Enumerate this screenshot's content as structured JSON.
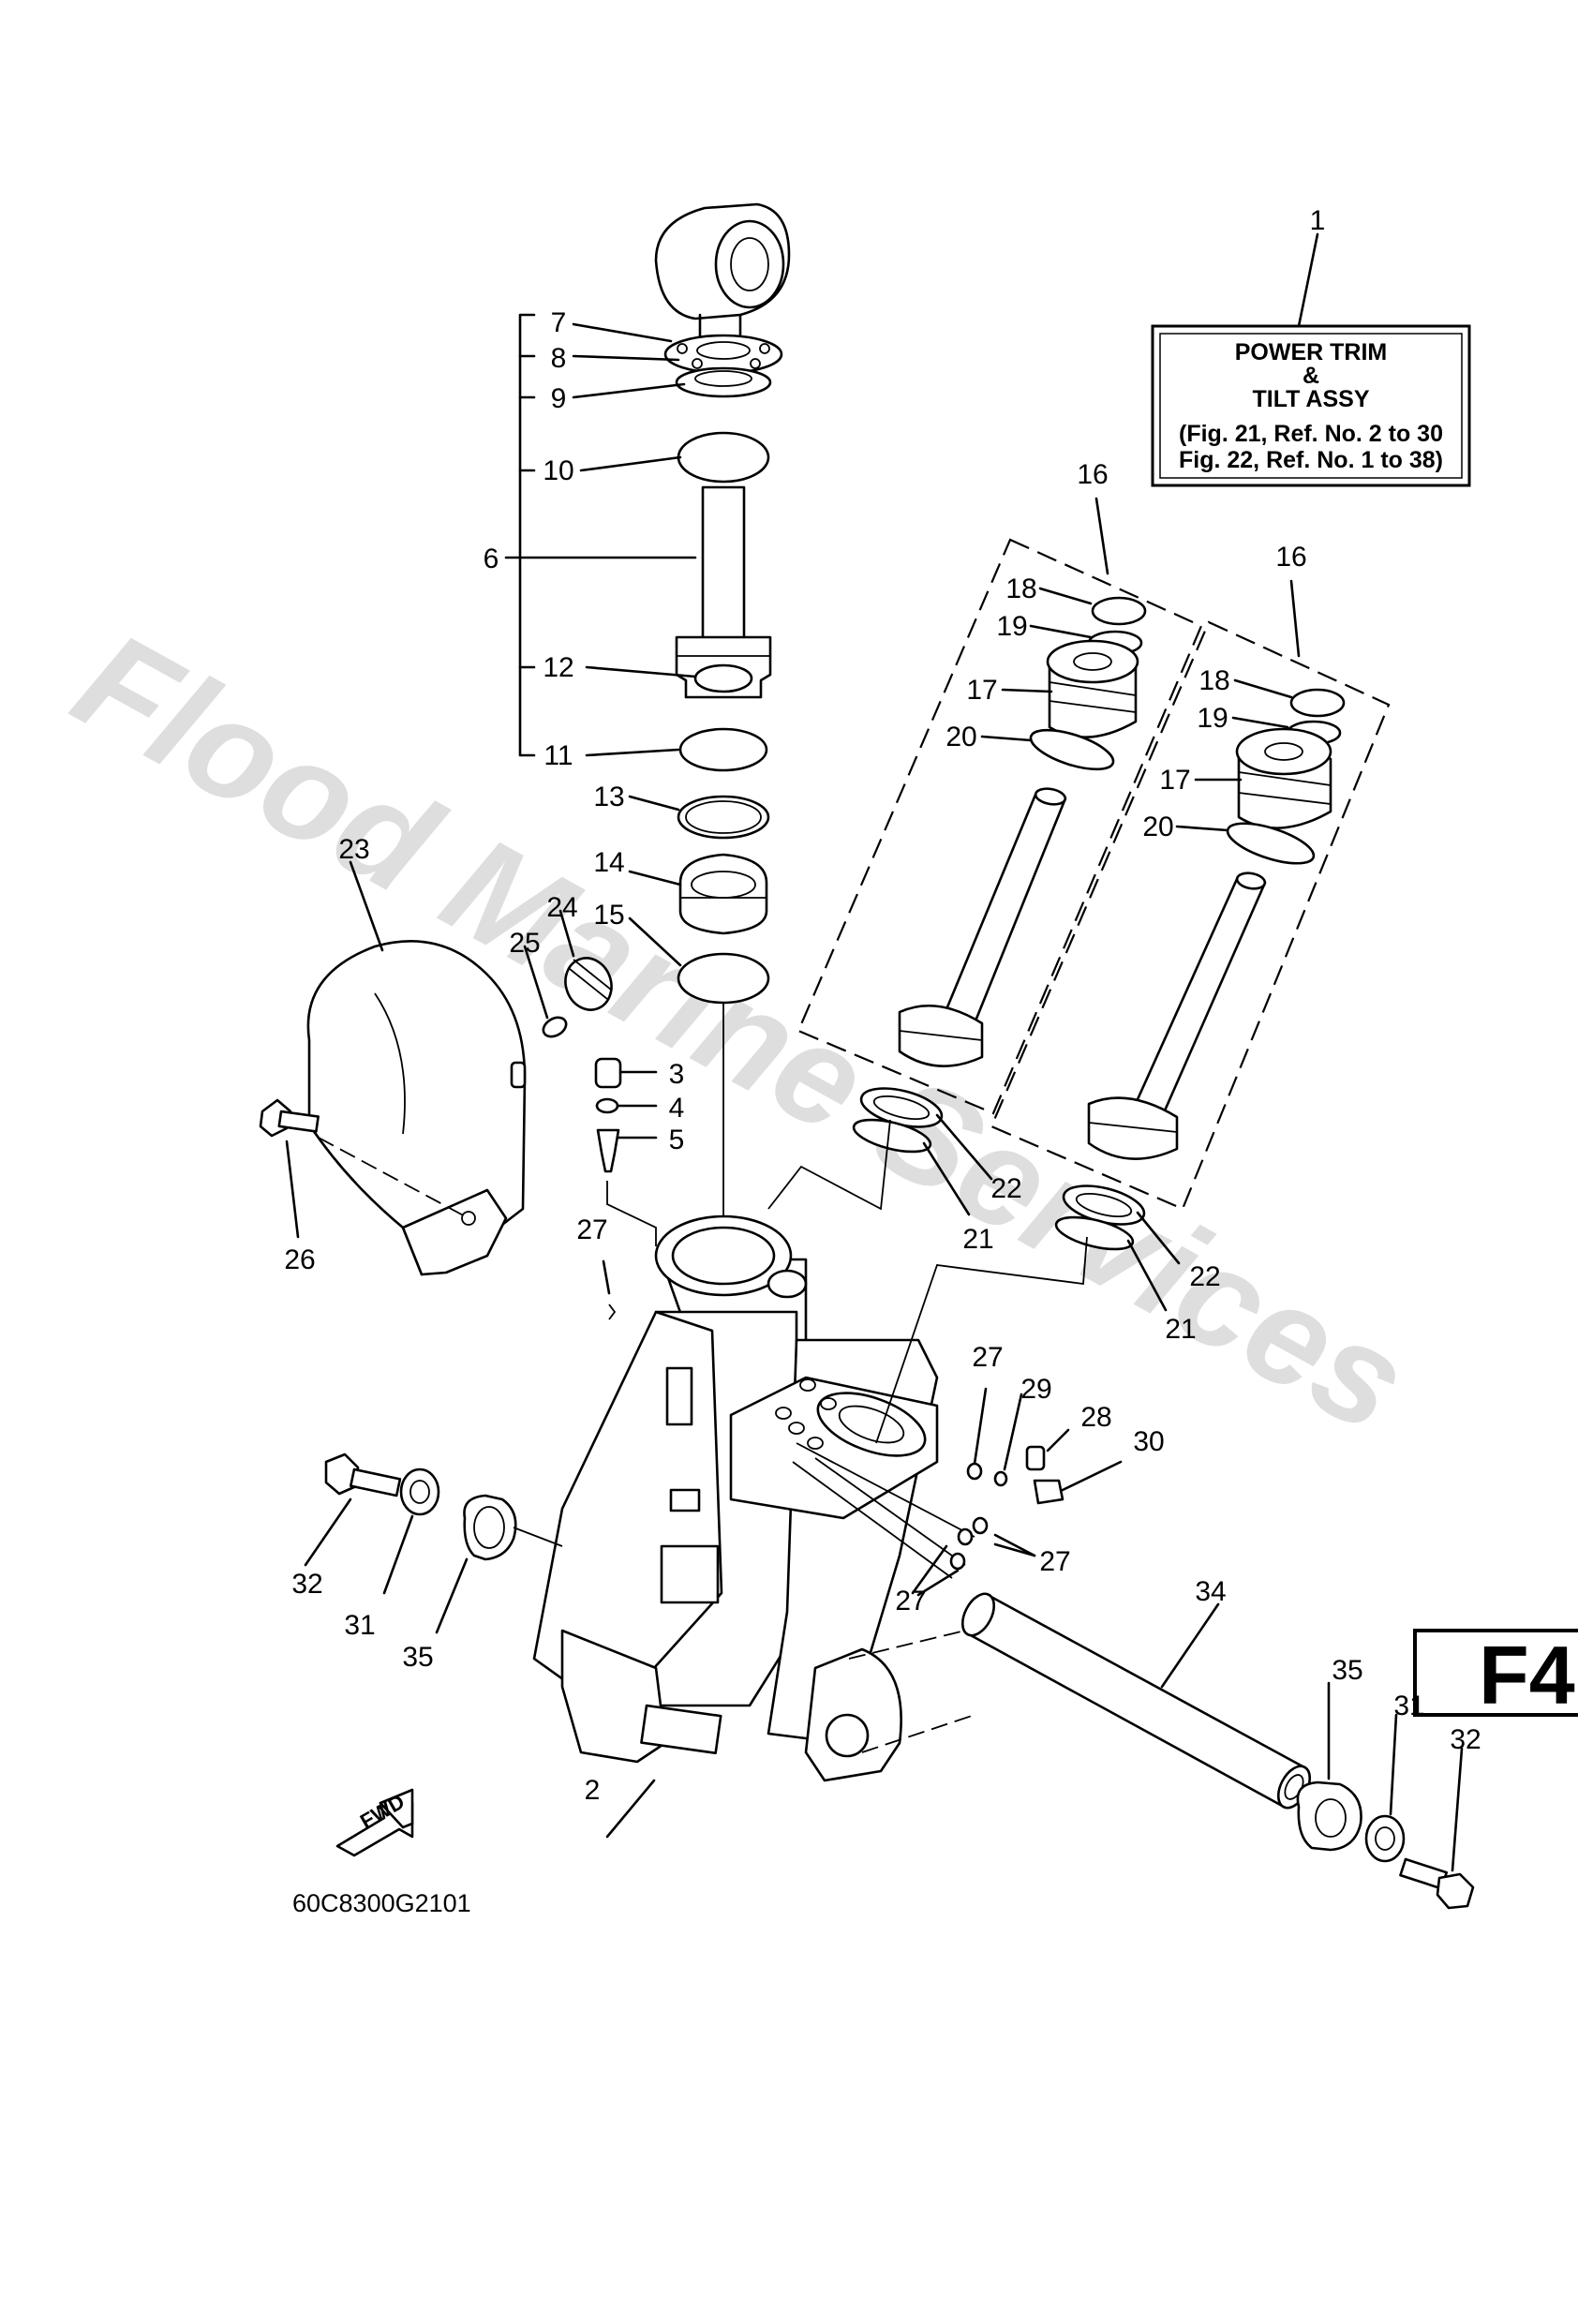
{
  "info_box": {
    "line1": "POWER TRIM",
    "line2": "&",
    "line3": "TILT ASSY",
    "line4": "(Fig. 21, Ref. No. 2 to 30",
    "line5": "Fig. 22, Ref. No. 1 to 38)"
  },
  "watermark": "Flood Marine Services",
  "diagram_code": "60C8300G2101",
  "fwd_label": "FWD",
  "page_code": "F4",
  "callouts": {
    "c1": "1",
    "c2": "2",
    "c3": "3",
    "c4": "4",
    "c5": "5",
    "c6": "6",
    "c7": "7",
    "c8": "8",
    "c9": "9",
    "c10": "10",
    "c11": "11",
    "c12": "12",
    "c13": "13",
    "c14": "14",
    "c15": "15",
    "c16a": "16",
    "c16b": "16",
    "c17a": "17",
    "c17b": "17",
    "c18a": "18",
    "c18b": "18",
    "c19a": "19",
    "c19b": "19",
    "c20a": "20",
    "c20b": "20",
    "c21a": "21",
    "c21b": "21",
    "c22a": "22",
    "c22b": "22",
    "c23": "23",
    "c24": "24",
    "c25": "25",
    "c26": "26",
    "c27a": "27",
    "c27b": "27",
    "c27c": "27",
    "c27d": "27",
    "c28": "28",
    "c29": "29",
    "c30": "30",
    "c31a": "31",
    "c31b": "31",
    "c32a": "32",
    "c32b": "32",
    "c34": "34",
    "c35a": "35",
    "c35b": "35"
  }
}
